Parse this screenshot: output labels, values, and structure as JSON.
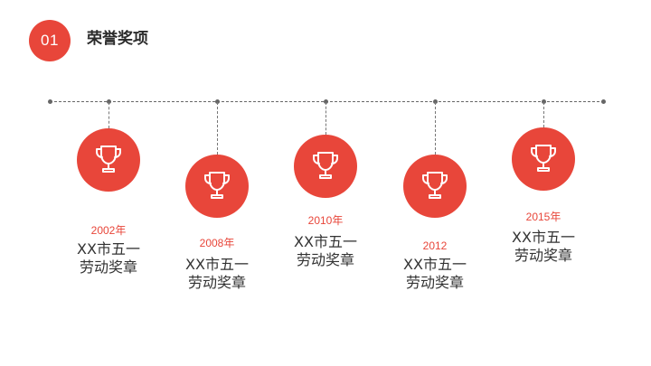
{
  "header": {
    "badge": "01",
    "title": "荣誉奖项"
  },
  "colors": {
    "accent": "#e8463a",
    "line": "#666666"
  },
  "awards": [
    {
      "year": "2002年",
      "desc_line1": "XX市五一",
      "desc_line2": "劳动奖章",
      "icon": "trophy-icon"
    },
    {
      "year": "2008年",
      "desc_line1": "XX市五一",
      "desc_line2": "劳动奖章",
      "icon": "trophy-icon"
    },
    {
      "year": "2010年",
      "desc_line1": "XX市五一",
      "desc_line2": "劳动奖章",
      "icon": "trophy-icon"
    },
    {
      "year": "2012",
      "desc_line1": "XX市五一",
      "desc_line2": "劳动奖章",
      "icon": "trophy-icon"
    },
    {
      "year": "2015年",
      "desc_line1": "XX市五一",
      "desc_line2": "劳动奖章",
      "icon": "trophy-icon"
    }
  ]
}
